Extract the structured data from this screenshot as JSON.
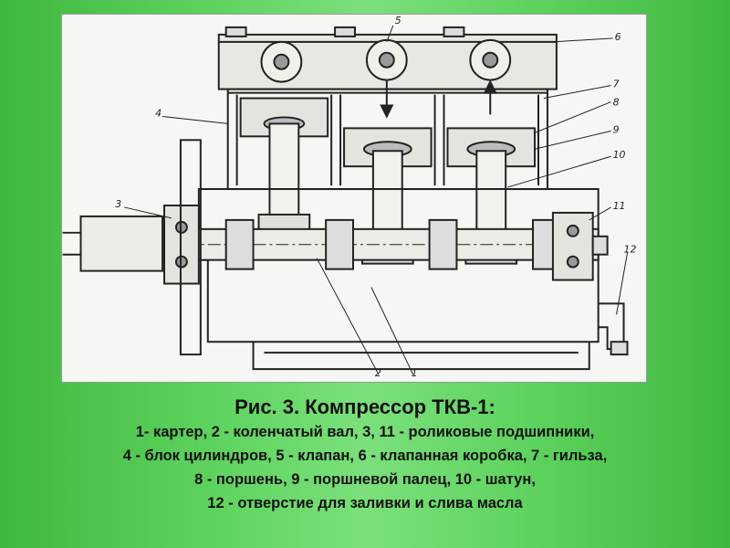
{
  "figure": {
    "labels": {
      "l1": "1",
      "l2": "2",
      "l3": "3",
      "l4": "4",
      "l5": "5",
      "l6": "6",
      "l7": "7",
      "l8": "8",
      "l9": "9",
      "l10": "10",
      "l11": "11",
      "l12": "12"
    }
  },
  "caption": {
    "title": "Рис. 3. Компрессор ТКВ-1:",
    "lines": [
      "1- картер, 2 - коленчатый вал, 3, 11 - роликовые подшипники,",
      "4 - блок цилиндров, 5 - клапан, 6 - клапанная коробка, 7 - гильза,",
      "8 - поршень, 9 - поршневой палец, 10 - шатун,",
      "12 - отверстие для заливки и слива масла"
    ]
  },
  "colors": {
    "background": "#4cc94c",
    "drawing_line": "#222222",
    "figure_paper": "#f6f6f2"
  }
}
